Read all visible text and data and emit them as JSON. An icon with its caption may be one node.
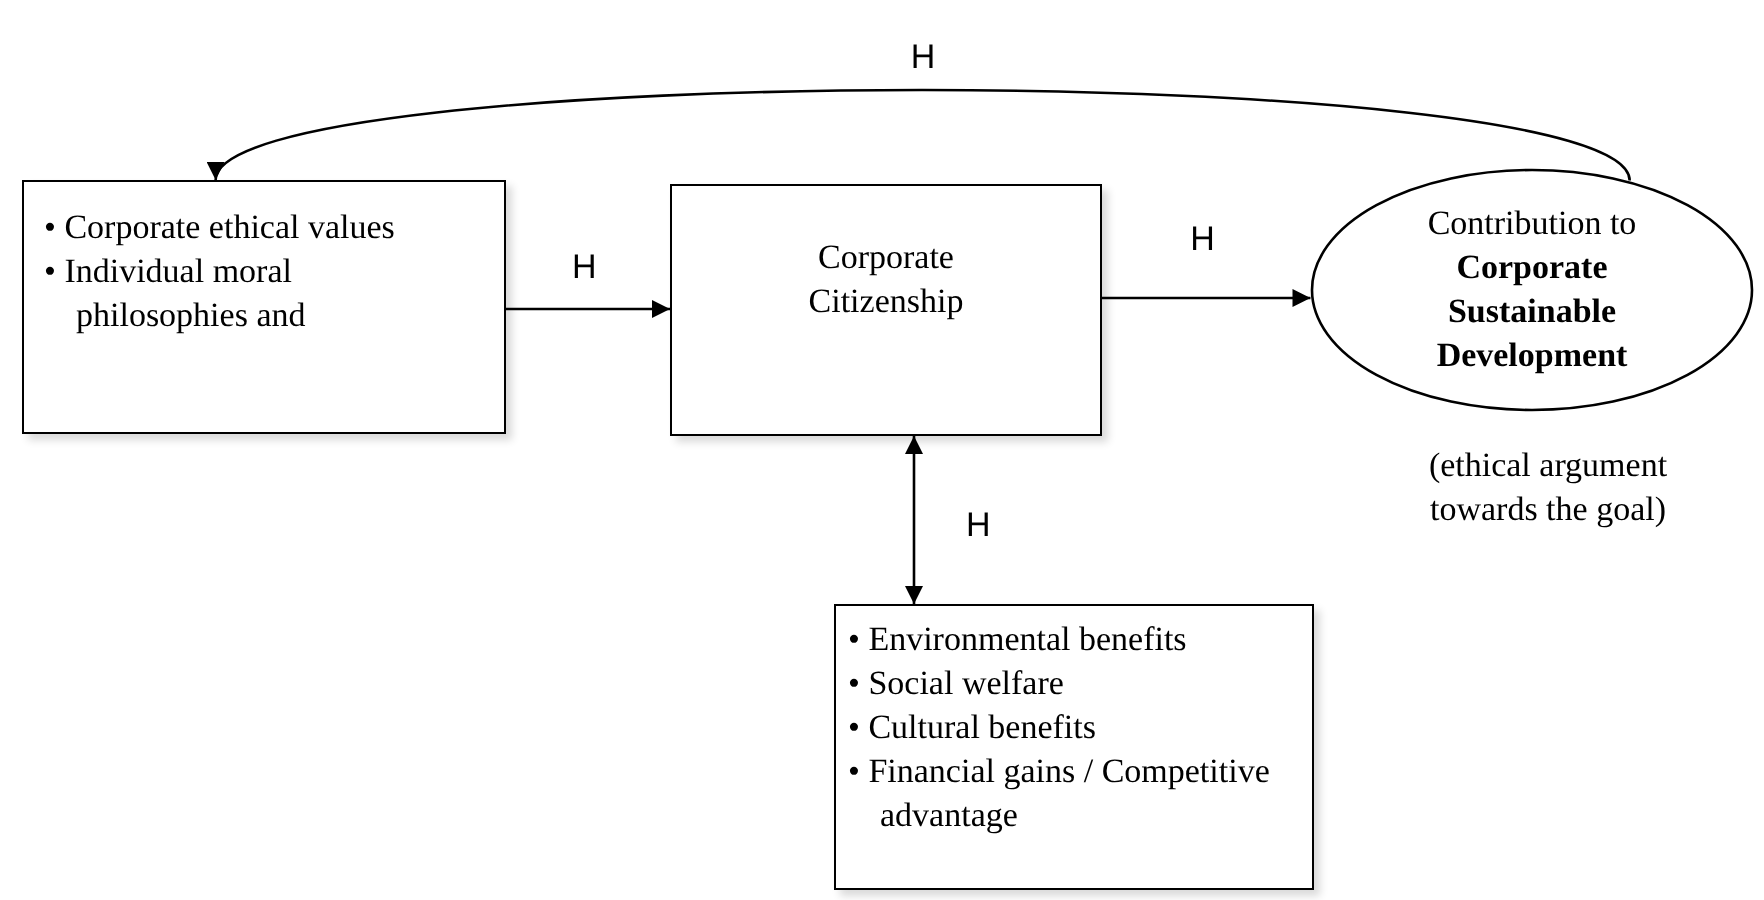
{
  "diagram": {
    "nodes": [
      {
        "text": [
          "• Corporate ethical values",
          "• Individual moral philosophies and"
        ]
      },
      {
        "text": [
          "Corporate Citizenship"
        ]
      },
      {
        "text": [
          "Contribution to **Corporate Sustainable Development**"
        ],
        "beside": [
          "(ethical argument towards the goal)"
        ]
      },
      {
        "text": [
          "• Environmental benefits",
          "• Social welfare",
          "• Cultural benefits",
          "• Financial gains / Competitive advantage"
        ]
      }
    ],
    "edges": [
      {
        "from": 2,
        "to": 0,
        "arrow": "to",
        "label": "H"
      },
      {
        "from": 0,
        "to": 1,
        "arrow": "to",
        "label": "H"
      },
      {
        "from": 1,
        "to": 2,
        "arrow": "to",
        "label": "H"
      },
      {
        "from": 3,
        "to": 1,
        "arrow": "both",
        "label": "H"
      }
    ]
  }
}
